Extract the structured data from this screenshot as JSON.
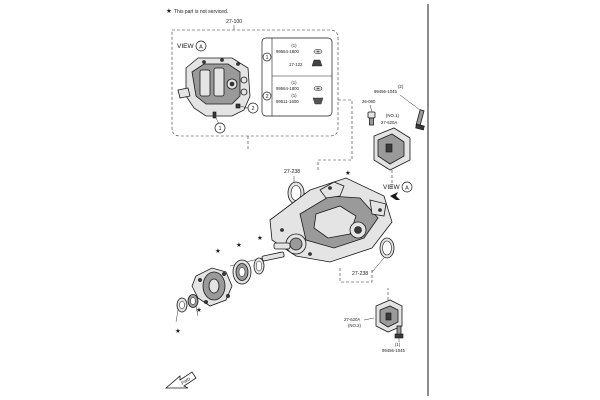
{
  "note": {
    "star": "★",
    "text": "This part is not serviced."
  },
  "assembly_label": "27-100",
  "view_label": "VIEW",
  "view_letter": "A",
  "legend": {
    "row1": {
      "num": "1",
      "items": [
        {
          "qty": "(1)",
          "code": "99564-1800"
        },
        {
          "qty": "",
          "code": "17-122"
        }
      ]
    },
    "row2": {
      "num": "2",
      "items": [
        {
          "qty": "(1)",
          "code": "99564-1800"
        },
        {
          "qty": "(1)",
          "code": "99511-1600"
        }
      ]
    }
  },
  "inset_callouts": [
    "1",
    "2"
  ],
  "parts": {
    "p26_060": "26-060",
    "p99456_top_qty": "(2)",
    "p99456_top": "99456-1045",
    "p27_620a_top_note": "(NO.1)",
    "p27_620a_top": "27-620A",
    "p27_238_top": "27-238",
    "p27_238_bottom": "27-238",
    "p27_620a_bot": "27-620A",
    "p27_620a_bot_note": "(NO.2)",
    "p99456_bot_qty": "(1)",
    "p99456_bot": "99456-1045"
  },
  "view_ref": {
    "label": "VIEW",
    "letter": "A"
  },
  "fwd_label": "FWD",
  "icons": [
    "star-icon",
    "circle-callout-icon",
    "fwd-arrow-icon",
    "bolt-icon",
    "nut-icon"
  ]
}
